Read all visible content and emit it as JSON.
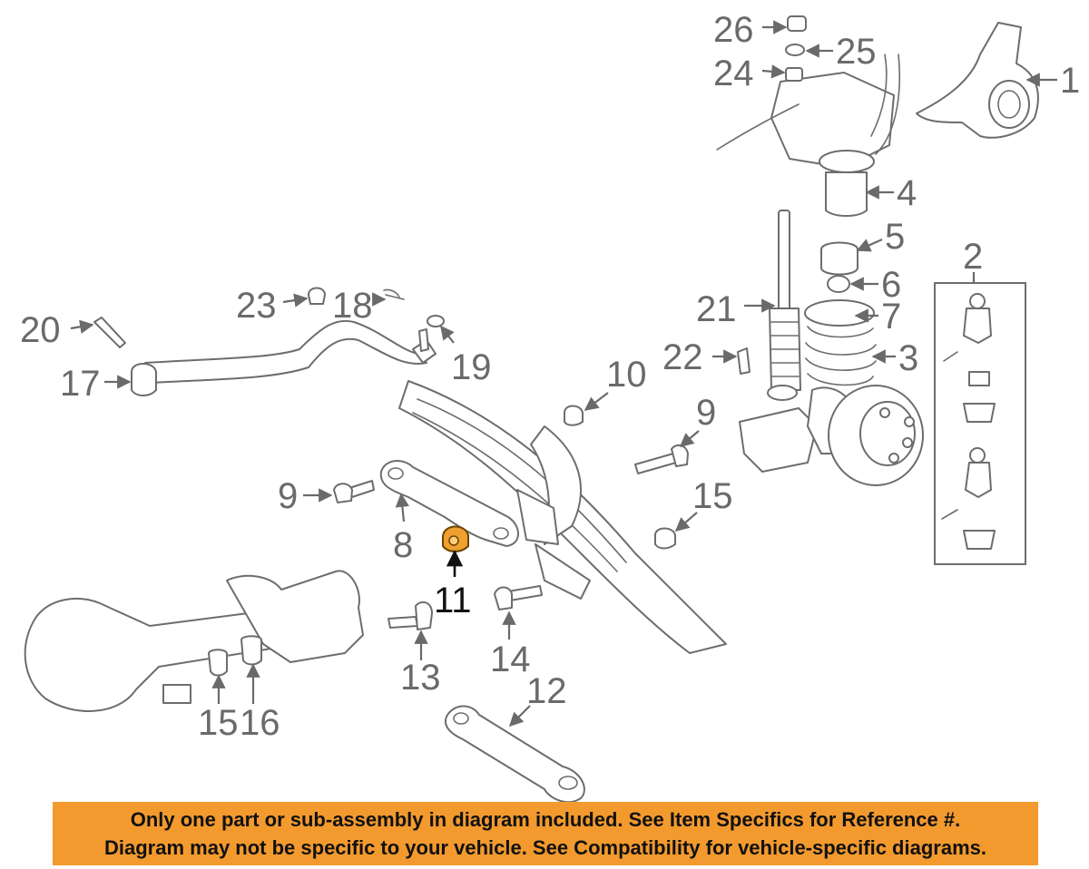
{
  "diagram": {
    "highlight_color": "#f0a030",
    "line_color": "#6d6d6d",
    "highlighted_callout": "11",
    "callouts": [
      {
        "id": "c1",
        "label": "1"
      },
      {
        "id": "c2",
        "label": "2"
      },
      {
        "id": "c3",
        "label": "3"
      },
      {
        "id": "c4",
        "label": "4"
      },
      {
        "id": "c5",
        "label": "5"
      },
      {
        "id": "c6",
        "label": "6"
      },
      {
        "id": "c7",
        "label": "7"
      },
      {
        "id": "c8",
        "label": "8"
      },
      {
        "id": "c9a",
        "label": "9"
      },
      {
        "id": "c9b",
        "label": "9"
      },
      {
        "id": "c10",
        "label": "10"
      },
      {
        "id": "c11",
        "label": "11"
      },
      {
        "id": "c12",
        "label": "12"
      },
      {
        "id": "c13",
        "label": "13"
      },
      {
        "id": "c14",
        "label": "14"
      },
      {
        "id": "c15a",
        "label": "15"
      },
      {
        "id": "c15b",
        "label": "15"
      },
      {
        "id": "c16",
        "label": "16"
      },
      {
        "id": "c17",
        "label": "17"
      },
      {
        "id": "c18",
        "label": "18"
      },
      {
        "id": "c19",
        "label": "19"
      },
      {
        "id": "c20",
        "label": "20"
      },
      {
        "id": "c21",
        "label": "21"
      },
      {
        "id": "c22",
        "label": "22"
      },
      {
        "id": "c23",
        "label": "23"
      },
      {
        "id": "c24",
        "label": "24"
      },
      {
        "id": "c25",
        "label": "25"
      },
      {
        "id": "c26",
        "label": "26"
      }
    ]
  },
  "banner": {
    "background": "#f39a2e",
    "line1": "Only one part or sub-assembly in diagram included. See Item Specifics for Reference #.",
    "line2": "Diagram may not be specific to your vehicle. See Compatibility for vehicle-specific diagrams."
  }
}
